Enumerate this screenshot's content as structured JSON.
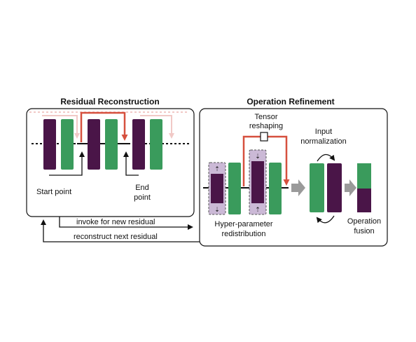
{
  "left_panel": {
    "title": "Residual Reconstruction",
    "start_label": "Start point",
    "end_label_1": "End",
    "end_label_2": "point"
  },
  "right_panel": {
    "title": "Operation Refinement",
    "tensor_label_1": "Tensor",
    "tensor_label_2": "reshaping",
    "input_norm_1": "Input",
    "input_norm_2": "normalization",
    "hyper_1": "Hyper-parameter",
    "hyper_2": "redistribution",
    "fusion_1": "Operation",
    "fusion_2": "fusion"
  },
  "arrows": {
    "invoke": "invoke for new residual",
    "reconstruct": "reconstruct next residual"
  },
  "colors": {
    "purple": "#4a1548",
    "green": "#3a9b5c",
    "red": "#d6503e",
    "pink_faint": "#f1c9c6",
    "dashed_fill": "#cbb9d6",
    "gray_arrow": "#9a9a9a"
  }
}
